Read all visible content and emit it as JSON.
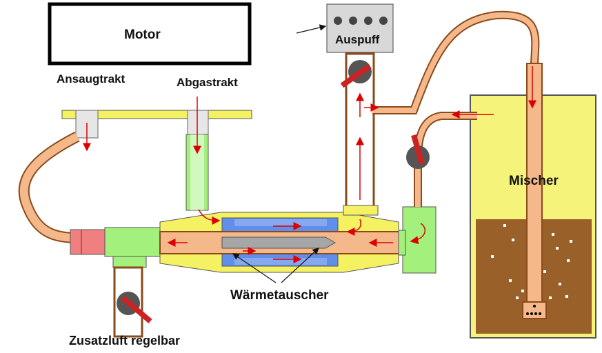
{
  "labels": {
    "motor": "Motor",
    "auspuff": "Auspuff",
    "ansaugtrakt": "Ansaugtrakt",
    "abgastrakt": "Abgastrakt",
    "mischer": "Mischer",
    "waermetauscher": "Wärmetauscher",
    "zusatzluft": "Zusatzluft regelbar"
  },
  "colors": {
    "pipe_copper": "#f5b88a",
    "pipe_edge": "#8a4a1a",
    "yellow_block": "#f4f262",
    "green_block": "#a3f07c",
    "blue_block": "#5f8fea",
    "red_block": "#f08080",
    "gray_core": "#a6a6a6",
    "mixer_fill": "#f6f37a",
    "mixer_liquid": "#99602a",
    "valve_body": "#555555",
    "valve_handle": "#cc2222",
    "flow_arrow": "#dd0000"
  }
}
